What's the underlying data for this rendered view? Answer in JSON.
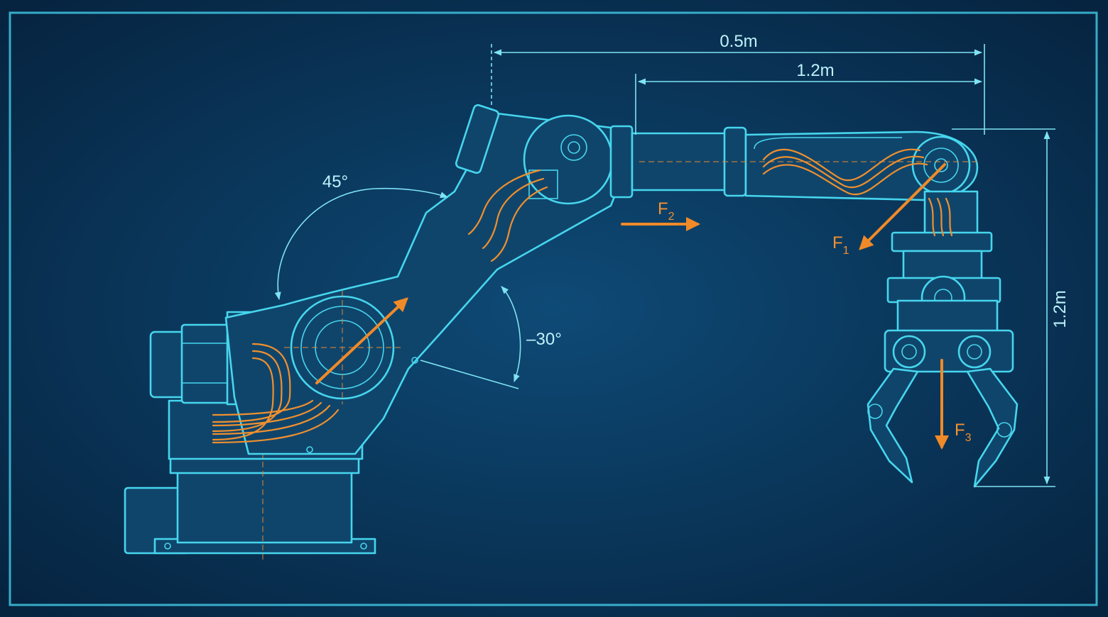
{
  "dimensions": {
    "upper_span": "0.5m",
    "lower_span": "1.2m",
    "vertical_span": "1.2m"
  },
  "angles": {
    "shoulder": "45°",
    "elbow": "–30°"
  },
  "forces": {
    "f1": {
      "letter": "F",
      "sub": "1"
    },
    "f2": {
      "letter": "F",
      "sub": "2"
    },
    "f3": {
      "letter": "F",
      "sub": "3"
    }
  },
  "colors": {
    "background": "#0b3457",
    "line": "#46d6ee",
    "force": "#f08a28"
  }
}
